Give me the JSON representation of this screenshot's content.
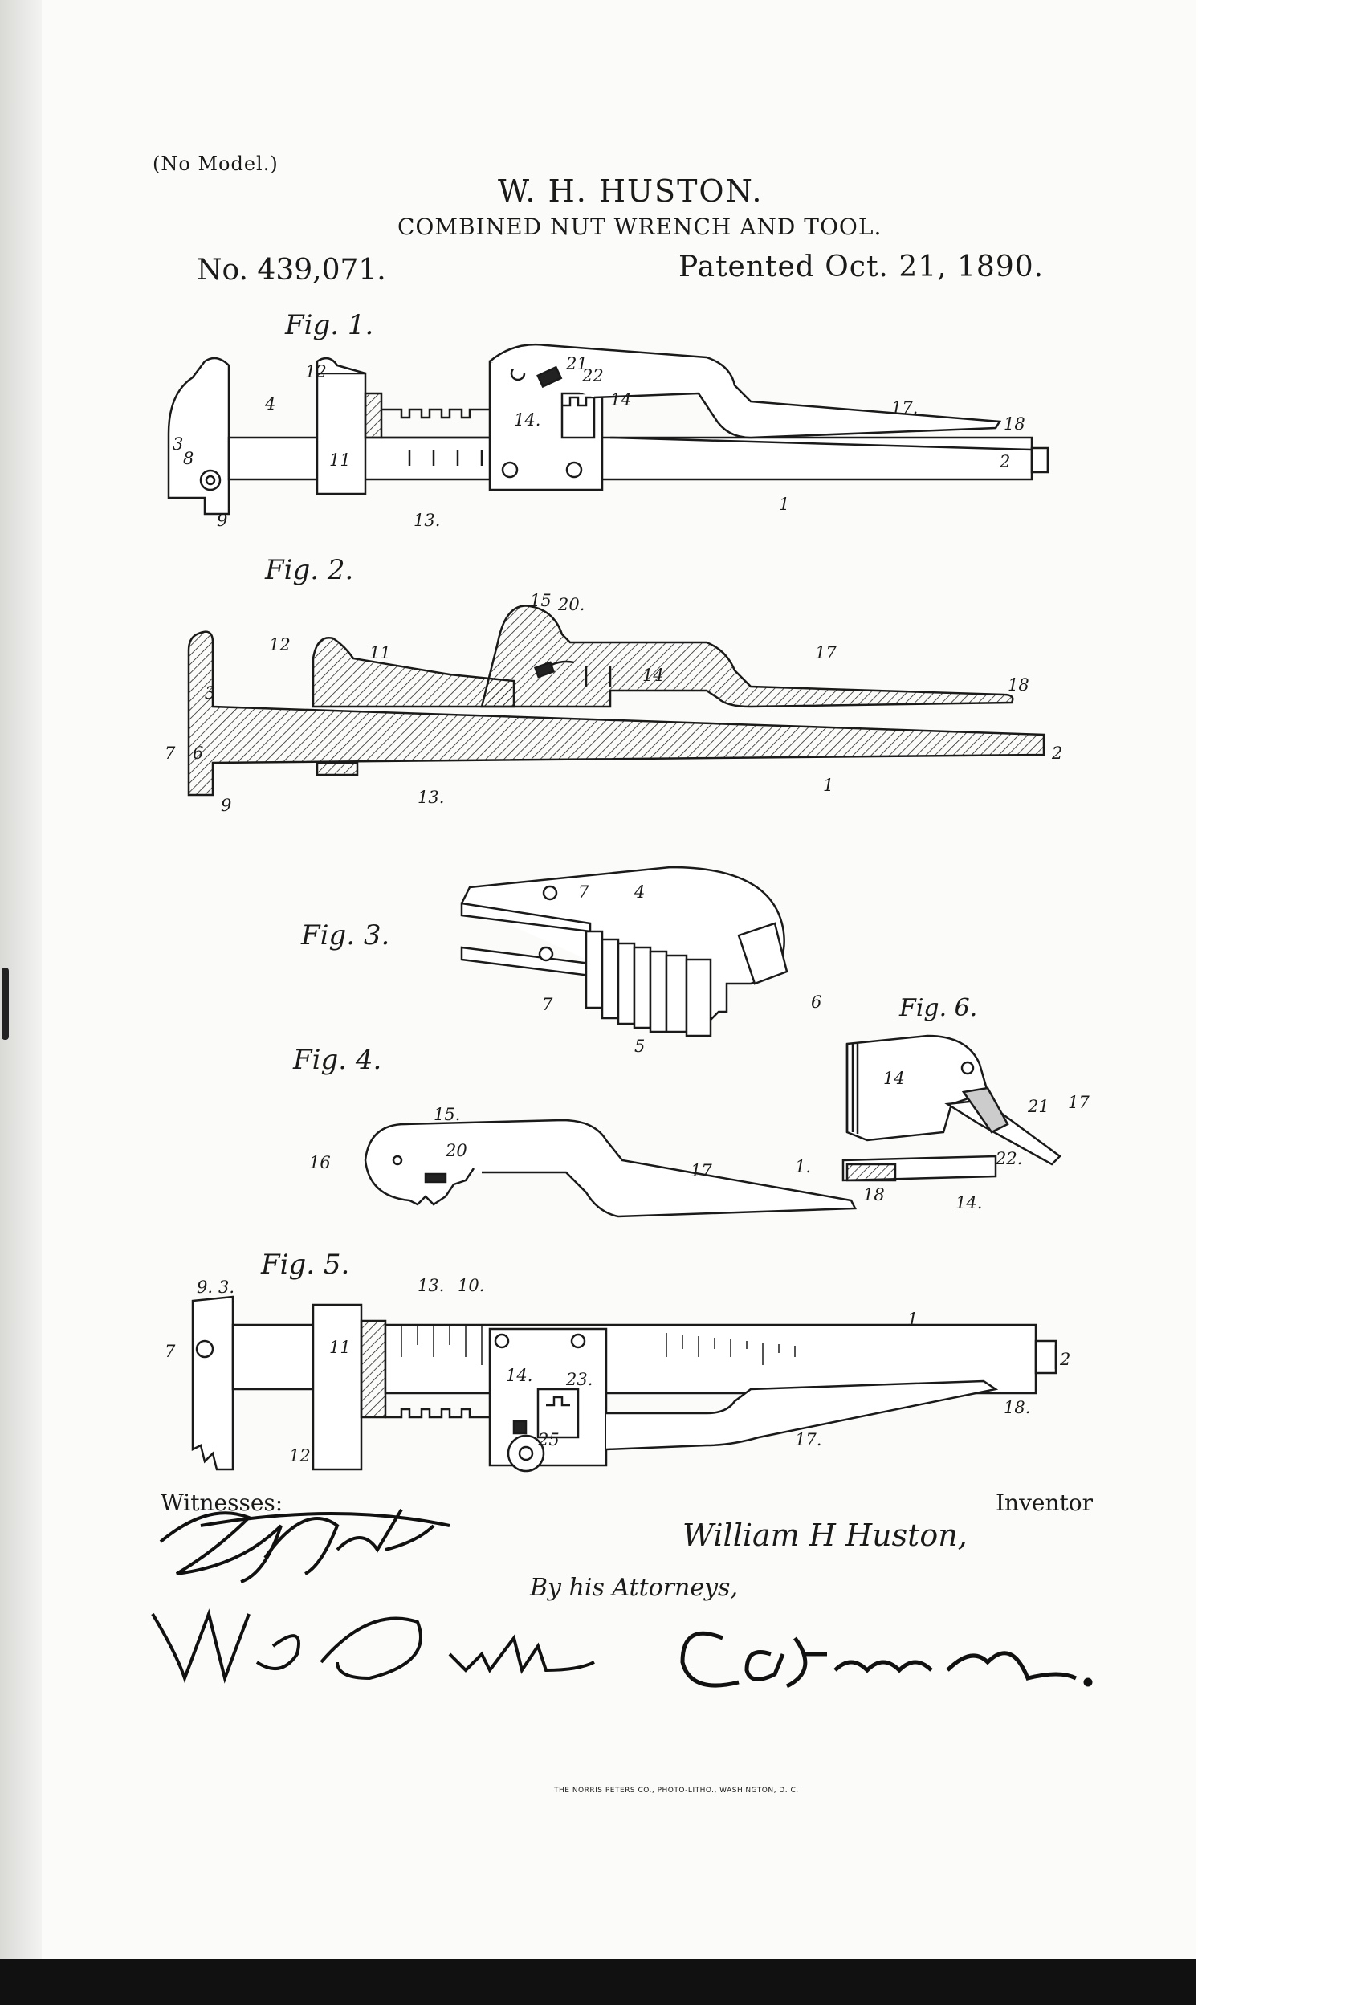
{
  "header": {
    "no_model": "(No Model.)",
    "inventor": "W. H. HUSTON.",
    "title": "COMBINED NUT WRENCH AND TOOL.",
    "patent_number": "No. 439,071.",
    "patent_date": "Patented Oct. 21, 1890."
  },
  "figures": {
    "fig1": "Fig. 1.",
    "fig2": "Fig. 2.",
    "fig3": "Fig. 3.",
    "fig4": "Fig. 4.",
    "fig5": "Fig. 5.",
    "fig6": "Fig. 6."
  },
  "signatures": {
    "witnesses_label": "Witnesses:",
    "inventor_label": "Inventor",
    "inventor_signature": "William H Huston,",
    "by_line": "By his Attorneys,",
    "witness_1": "H. Seitz",
    "witness_2": "W. S. Duvall",
    "attorneys": "C.A. Snow & Co."
  },
  "footer": {
    "printer": "THE NORRIS PETERS CO., PHOTO-LITHO., WASHINGTON, D. C."
  }
}
